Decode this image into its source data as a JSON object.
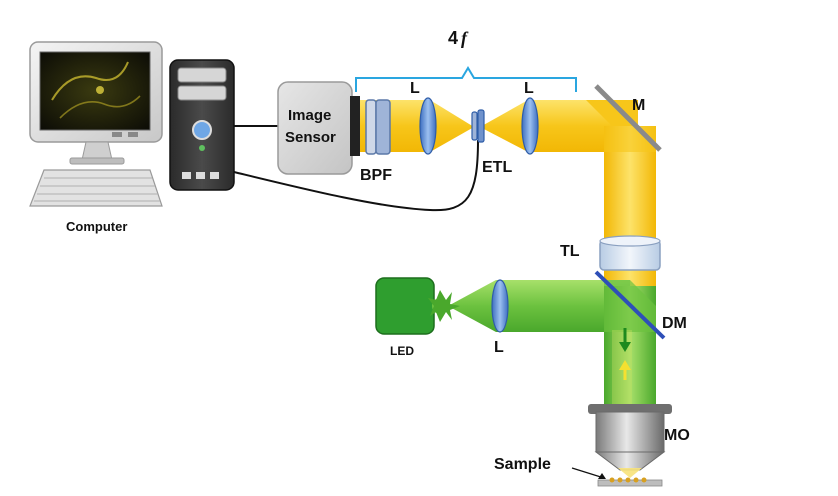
{
  "labels": {
    "four_f_number": "4",
    "four_f_symbol": "f",
    "image_sensor_line1": "Image",
    "image_sensor_line2": "Sensor",
    "bpf": "BPF",
    "lens_top_left": "L",
    "lens_top_right": "L",
    "etl": "ETL",
    "mirror": "M",
    "tube_lens": "TL",
    "dichroic_mirror": "DM",
    "lens_led": "L",
    "led": "LED",
    "objective": "MO",
    "sample": "Sample",
    "computer": "Computer"
  },
  "colors": {
    "emission_beam": "#f7c61a",
    "emission_beam_light": "#fde36a",
    "excitation_beam": "#5cc23a",
    "excitation_beam_light": "#a7e06a",
    "lens": "#5b8fd6",
    "bracket": "#2aa6e0",
    "led_body": "#2f9e2f",
    "mirror": "#8a8a8a",
    "dichroic": "#2e4fb8",
    "sample_dots": "#d8a020",
    "arrow_down": "#1e8a1e",
    "arrow_up": "#f5e030"
  }
}
